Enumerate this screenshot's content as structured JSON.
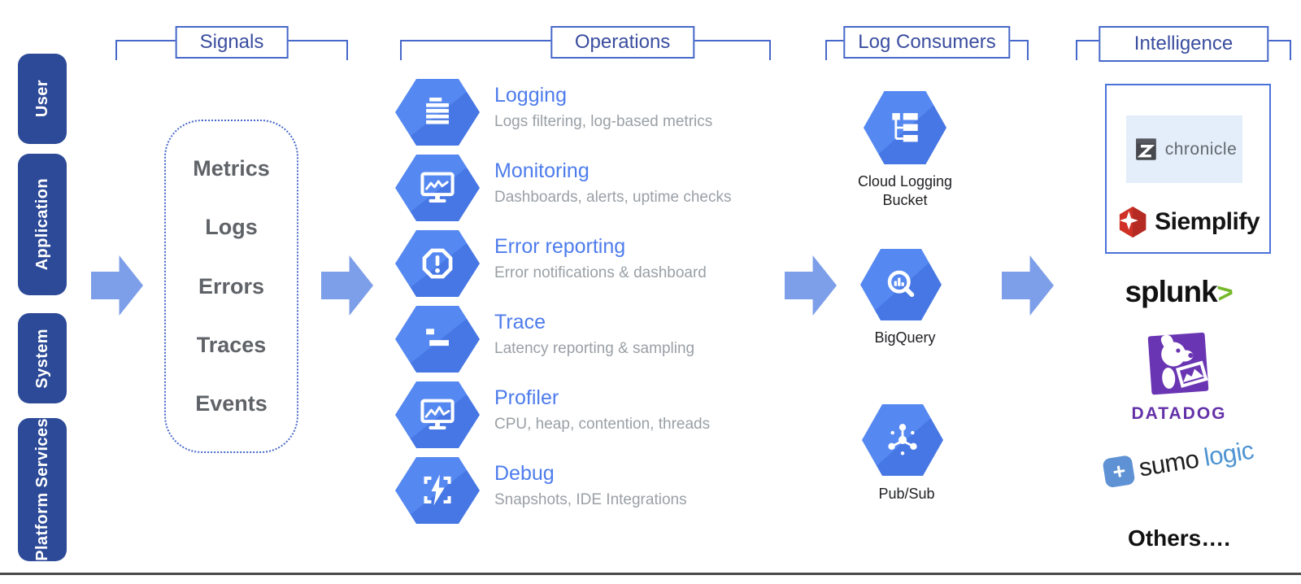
{
  "sources": {
    "items": [
      {
        "label": "User"
      },
      {
        "label": "Application"
      },
      {
        "label": "System"
      },
      {
        "label": "Platform Services"
      }
    ]
  },
  "signals": {
    "title": "Signals",
    "items": [
      "Metrics",
      "Logs",
      "Errors",
      "Traces",
      "Events"
    ]
  },
  "operations": {
    "title": "Operations",
    "items": [
      {
        "name": "Logging",
        "desc": "Logs filtering, log-based metrics",
        "icon": "logging-icon"
      },
      {
        "name": "Monitoring",
        "desc": "Dashboards, alerts, uptime checks",
        "icon": "monitoring-icon"
      },
      {
        "name": "Error reporting",
        "desc": "Error notifications & dashboard",
        "icon": "error-reporting-icon"
      },
      {
        "name": "Trace",
        "desc": "Latency reporting & sampling",
        "icon": "trace-icon"
      },
      {
        "name": "Profiler",
        "desc": "CPU, heap, contention, threads",
        "icon": "profiler-icon"
      },
      {
        "name": "Debug",
        "desc": "Snapshots, IDE Integrations",
        "icon": "debug-icon"
      }
    ]
  },
  "log_consumers": {
    "title": "Log Consumers",
    "items": [
      {
        "name": "Cloud Logging Bucket",
        "icon": "cloud-logging-bucket-icon"
      },
      {
        "name": "BigQuery",
        "icon": "bigquery-icon"
      },
      {
        "name": "Pub/Sub",
        "icon": "pubsub-icon"
      }
    ]
  },
  "intelligence": {
    "title": "Intelligence",
    "partners": {
      "chronicle": "chronicle",
      "siemplify": "Siemplify",
      "splunk": "splunk",
      "splunk_arrow": ">",
      "datadog": "DATADOG",
      "sumo_plus": "+",
      "sumo_prefix": "sumo",
      "sumo_suffix": "logic",
      "others": "Others…."
    }
  },
  "colors": {
    "source_pill": "#2d4a98",
    "arrow": "#7d9ee8",
    "hexagon": "#5183ec",
    "operation_title": "#4d7cec",
    "description_text": "#9aa0a6",
    "signal_text": "#5f6368",
    "bracket_border": "#4668c9",
    "bracket_text": "#3a4d9f",
    "chronicle_bg": "#e3eefa",
    "siemplify_red": "#cf3127",
    "datadog_purple": "#6432a8",
    "sumologic_blue": "#5f92d4",
    "splunk_green": "#76b82a"
  }
}
